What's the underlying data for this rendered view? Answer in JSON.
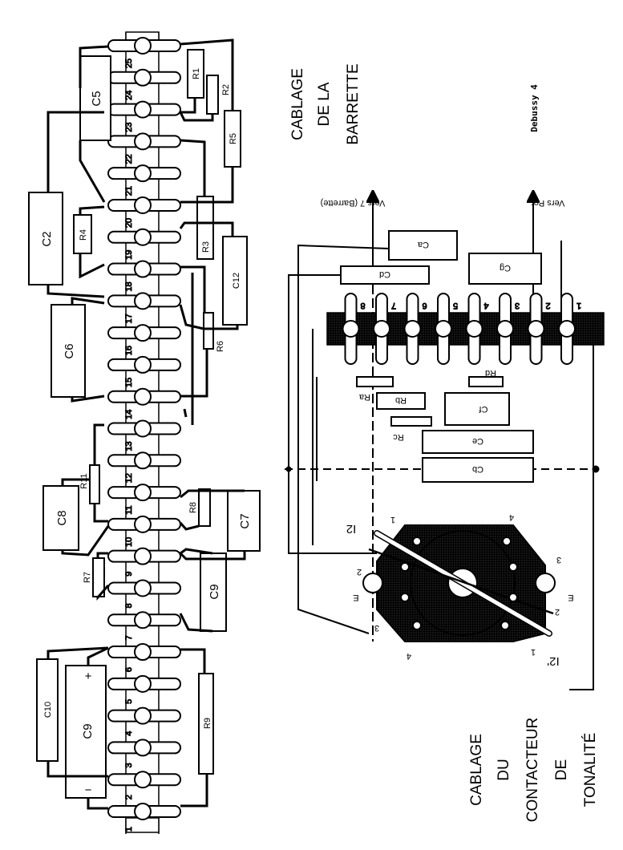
{
  "titles": {
    "barrette": [
      "CABLAGE",
      "DE LA",
      "BARRETTE"
    ],
    "contacteur": [
      "CABLAGE",
      "DU",
      "CONTACTEUR",
      "DE",
      "TONALITÉ"
    ],
    "credit": "Debussy 4"
  },
  "arrows": {
    "vers7": "Vers 7 (Barrette)",
    "verspot": "Vers Pot."
  },
  "barrette": {
    "lugs": [
      "1",
      "2",
      "3",
      "4",
      "5",
      "6",
      "7",
      "8",
      "9",
      "10",
      "11",
      "12",
      "13",
      "14",
      "15",
      "16",
      "17",
      "18",
      "19",
      "20",
      "21",
      "22",
      "23",
      "24",
      "25"
    ],
    "components": {
      "C2": "C2",
      "C5": "C5",
      "C6": "C6",
      "C7": "C7",
      "C8": "C8",
      "C9a": "C9",
      "C9b": "C9",
      "C10": "C10",
      "C12": "C12",
      "R1": "R1",
      "R2": "R2",
      "R3": "R3",
      "R4": "R4",
      "R5": "R5",
      "R6": "R6",
      "R7": "R7",
      "R8": "R8",
      "R9": "R9",
      "R11": "R11"
    },
    "polarity": {
      "plus": "+",
      "minus": "−"
    }
  },
  "contacteur": {
    "strip_lugs": [
      "1",
      "2",
      "3",
      "4",
      "5",
      "6",
      "7",
      "8"
    ],
    "components": {
      "Ca": "Ca",
      "Cd": "Cd",
      "Cg": "Cg",
      "Cf": "Cf",
      "Ce": "Ce",
      "Cb": "Cb",
      "Ra": "Ra",
      "Rb": "Rb",
      "Rc": "Rc",
      "Rd": "Rd"
    },
    "switch_labels": {
      "I2": "I2",
      "I2p": "I2'",
      "E1": "E",
      "E2": "E",
      "p1": "1",
      "p2": "2",
      "p3": "3",
      "p4": "4",
      "q1": "1",
      "q2": "2",
      "q3": "3",
      "q4": "4"
    }
  }
}
